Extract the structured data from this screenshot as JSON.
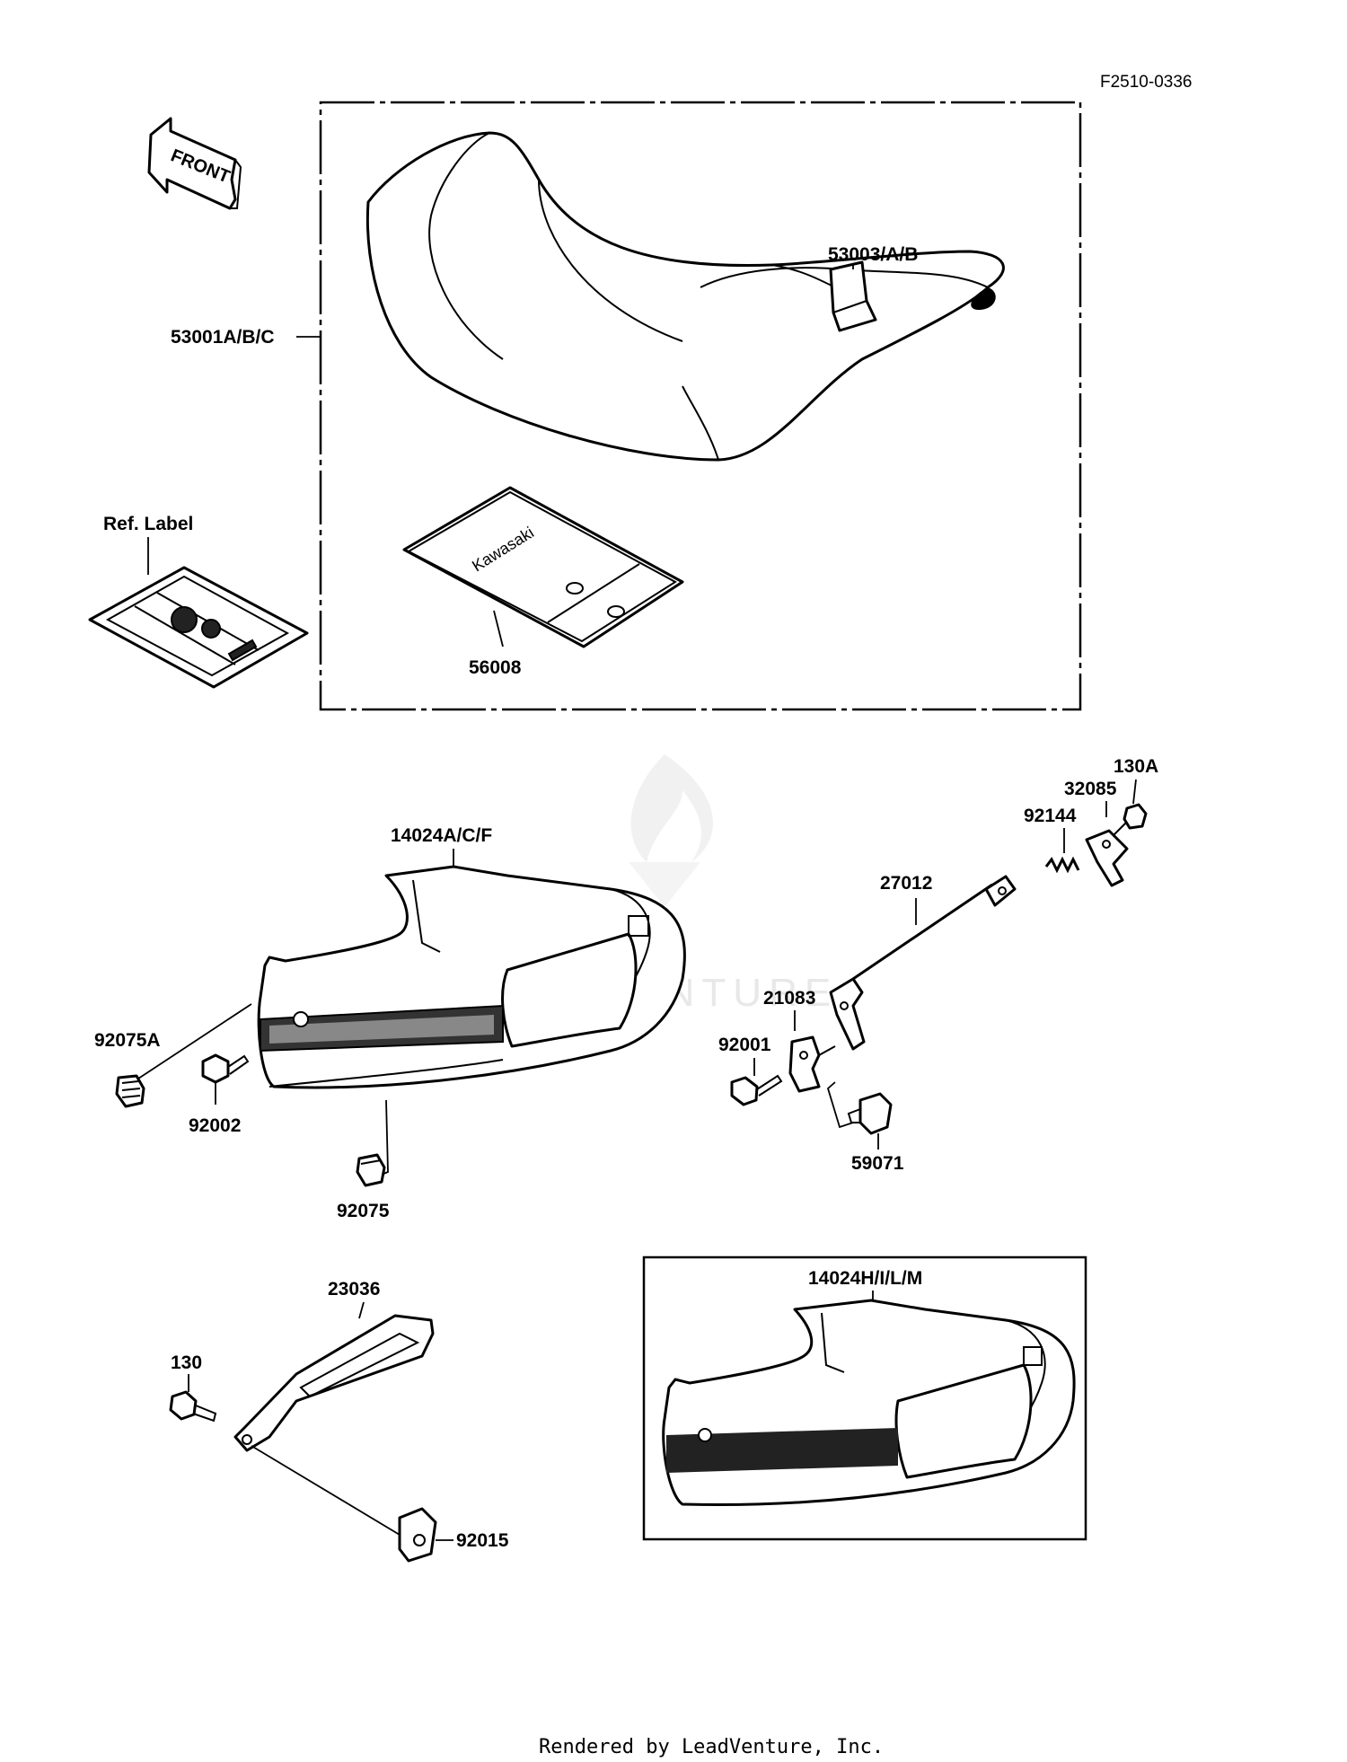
{
  "diagram_id": "F2510-0336",
  "front_arrow_text": "FRONT",
  "watermark": "LEADVENTURE",
  "footer": "Rendered by LeadVenture, Inc.",
  "ref_label": "Ref. Label",
  "ref_label_sticker_text": "Kawasaki",
  "callouts": {
    "seat": "53001A/B/C",
    "seat_strap": "53003/A/B",
    "toolkit_bag": "56008",
    "cover_a": "14024A/C/F",
    "nut_92075A": "92075A",
    "bolt_92002": "92002",
    "grommet_92075": "92075",
    "cable": "27012",
    "spring": "92144",
    "hook": "32085",
    "bolt_130A": "130A",
    "lever": "21083",
    "bolt_92001": "92001",
    "bracket_59071": "59071",
    "bracket_23036": "23036",
    "bolt_130": "130",
    "nut_92015": "92015",
    "cover_h": "14024H/I/L/M"
  }
}
